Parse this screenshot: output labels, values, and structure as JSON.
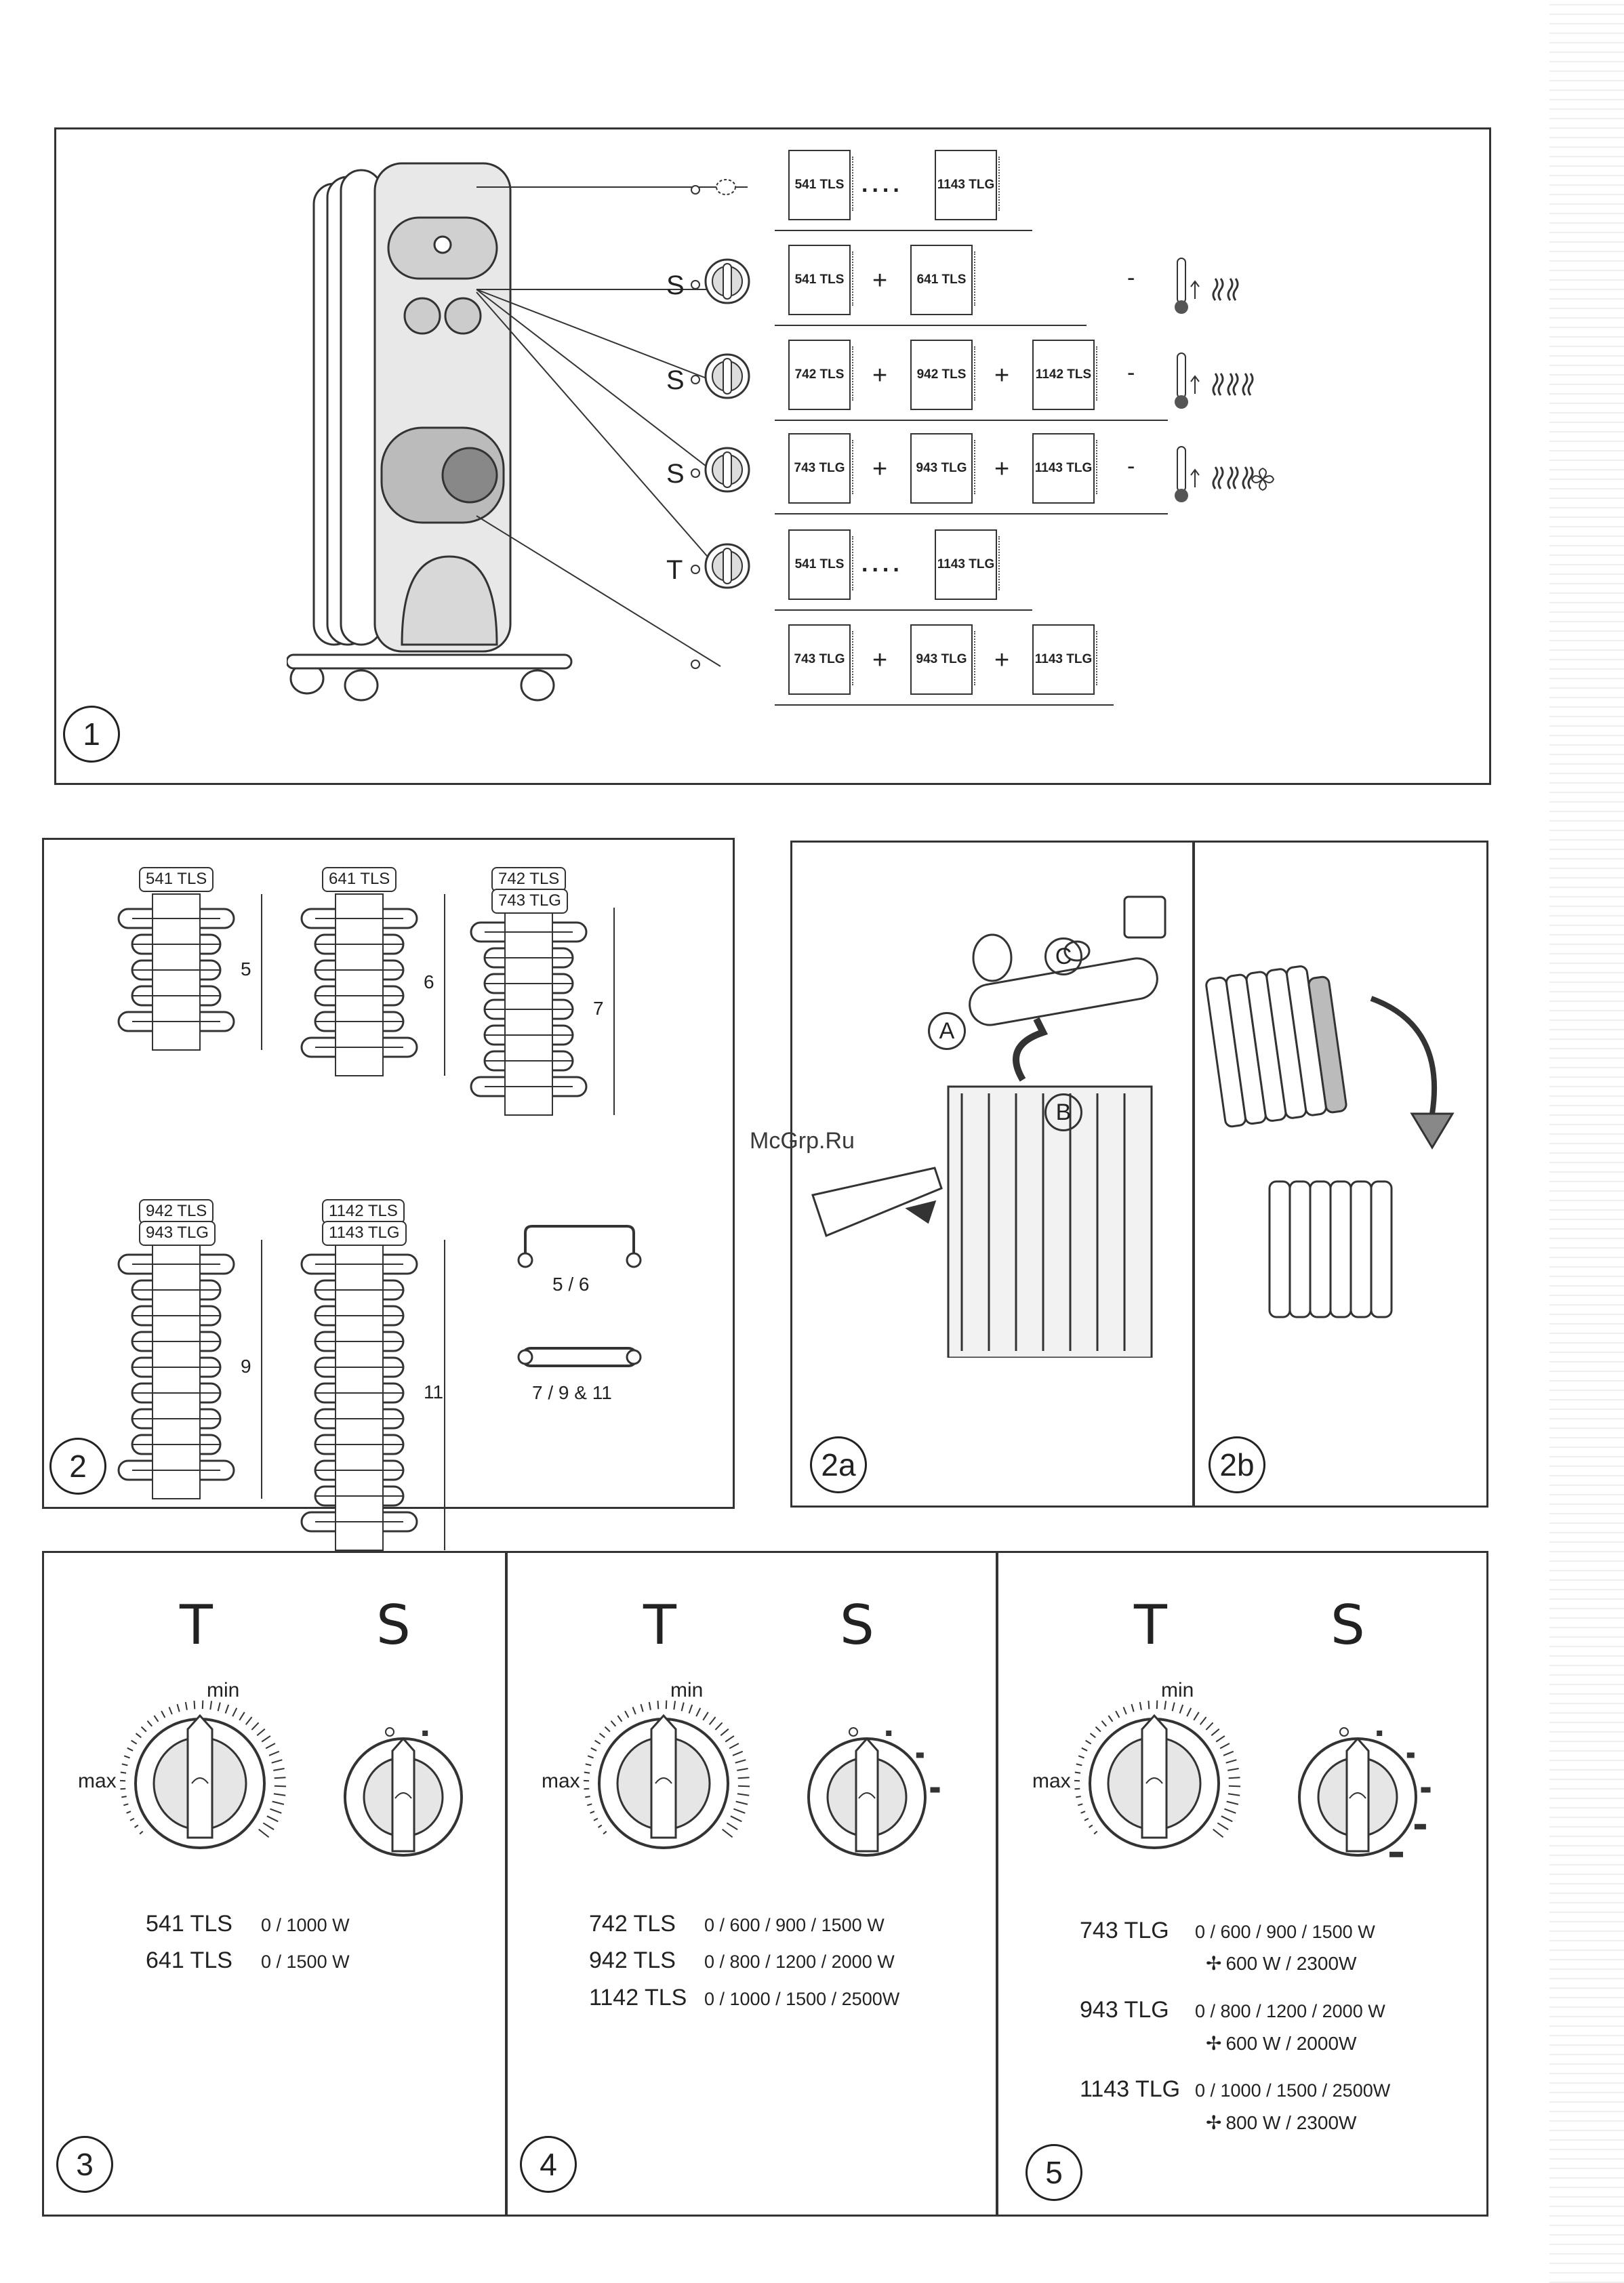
{
  "watermark": "McGrp.Ru",
  "panel1": {
    "number": "1",
    "rows": [
      {
        "symbol": "",
        "models": [
          "541 TLS",
          "1143 TLG"
        ],
        "joiner": "....",
        "heat_level": 0
      },
      {
        "symbol": "S",
        "models": [
          "541 TLS",
          "641 TLS"
        ],
        "joiner": "+",
        "heat_level": 2
      },
      {
        "symbol": "S",
        "models": [
          "742 TLS",
          "942 TLS",
          "1142 TLS"
        ],
        "joiner": "+",
        "heat_level": 3
      },
      {
        "symbol": "S",
        "models": [
          "743 TLG",
          "943 TLG",
          "1143 TLG"
        ],
        "joiner": "+",
        "heat_level": 3,
        "fan": true
      },
      {
        "symbol": "T",
        "models": [
          "541 TLS",
          "1143 TLG"
        ],
        "joiner": "....",
        "heat_level": 0
      },
      {
        "symbol": "",
        "models": [
          "743 TLG",
          "943 TLG",
          "1143 TLG"
        ],
        "joiner": "+",
        "heat_level": 0
      }
    ],
    "minus": "-"
  },
  "panel2": {
    "number": "2",
    "units": [
      {
        "tags": [
          "541 TLS"
        ],
        "height_label": "5"
      },
      {
        "tags": [
          "641 TLS"
        ],
        "height_label": "6"
      },
      {
        "tags": [
          "742 TLS",
          "743 TLG"
        ],
        "height_label": "7"
      },
      {
        "tags": [
          "942 TLS",
          "943 TLG"
        ],
        "height_label": "9"
      },
      {
        "tags": [
          "1142 TLS",
          "1143 TLG"
        ],
        "height_label": "11"
      }
    ],
    "feet": [
      "5 / 6",
      "7 / 9 & 11"
    ]
  },
  "panel2a": {
    "number": "2a",
    "labels": [
      "A",
      "B",
      "C"
    ]
  },
  "panel2b": {
    "number": "2b"
  },
  "panel3": {
    "number": "3",
    "t": "T",
    "s": "S",
    "min": "min",
    "max": "max",
    "specs": [
      {
        "model": "541 TLS",
        "watts": "0 / 1000 W"
      },
      {
        "model": "641 TLS",
        "watts": "0 / 1500 W"
      }
    ]
  },
  "panel4": {
    "number": "4",
    "t": "T",
    "s": "S",
    "min": "min",
    "max": "max",
    "specs": [
      {
        "model": "742 TLS",
        "watts": "0 / 600 / 900 / 1500 W"
      },
      {
        "model": "942 TLS",
        "watts": "0 / 800 / 1200 / 2000 W"
      },
      {
        "model": "1142 TLS",
        "watts": "0 / 1000 / 1500 / 2500W"
      }
    ]
  },
  "panel5": {
    "number": "5",
    "t": "T",
    "s": "S",
    "min": "min",
    "max": "max",
    "specs": [
      {
        "model": "743 TLG",
        "watts": "0 / 600 / 900 / 1500 W",
        "fan": "600 W / 2300W"
      },
      {
        "model": "943 TLG",
        "watts": "0 / 800 / 1200 / 2000 W",
        "fan": "600 W / 2000W"
      },
      {
        "model": "1143 TLG",
        "watts": "0 / 1000 / 1500 / 2500W",
        "fan": "800 W / 2300W"
      }
    ]
  }
}
